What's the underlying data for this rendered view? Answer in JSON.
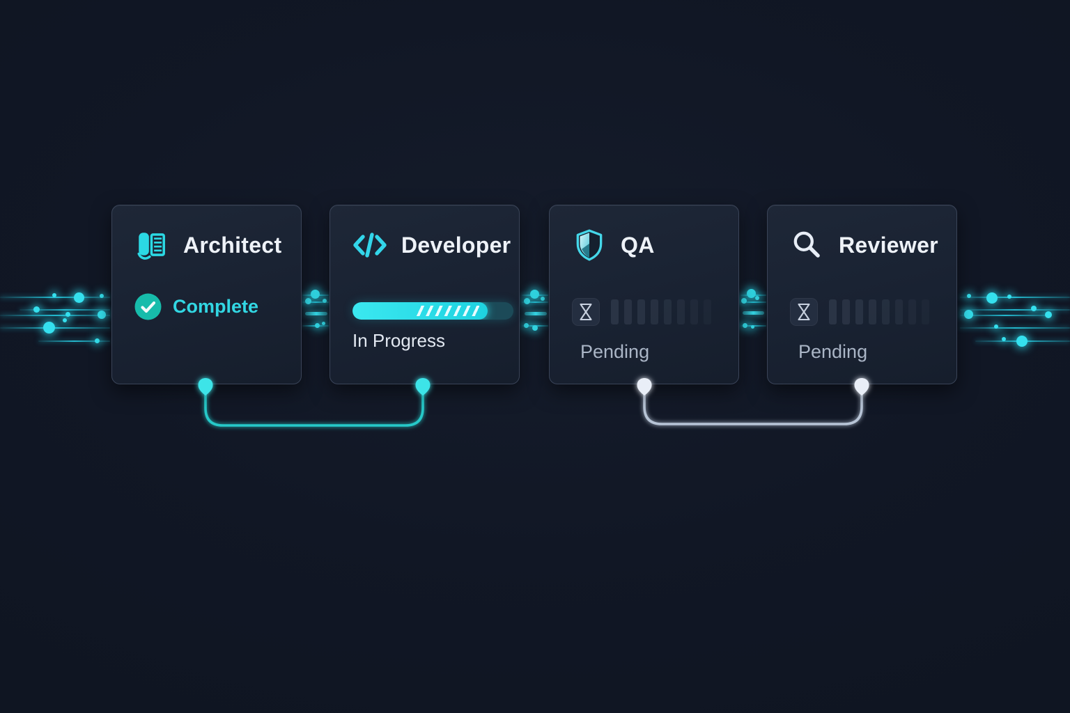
{
  "theme": {
    "background": "#111725",
    "card_background": "#1a2332",
    "card_border": "#3a4458",
    "accent_cyan": "#2fdbe8",
    "complete_teal": "#18bfae",
    "progress_track": "#1c4a58",
    "progress_fill": "#2be0ea",
    "pending_gray": "#aab5c6",
    "title_color": "#eef2f8",
    "connector_active": "#2bd2d2",
    "connector_pending": "#c7d2e2"
  },
  "stages": [
    {
      "label": "Architect",
      "icon": "book-icon",
      "status": "Complete",
      "state": "complete"
    },
    {
      "label": "Developer",
      "icon": "code-icon",
      "status": "In Progress",
      "state": "in_progress",
      "progress_percent": 84
    },
    {
      "label": "QA",
      "icon": "shield-icon",
      "status": "Pending",
      "state": "pending"
    },
    {
      "label": "Reviewer",
      "icon": "search-icon",
      "status": "Pending",
      "state": "pending"
    }
  ],
  "connectors": [
    {
      "from": "Architect",
      "to": "Developer",
      "state": "active"
    },
    {
      "from": "QA",
      "to": "Reviewer",
      "state": "pending"
    }
  ]
}
